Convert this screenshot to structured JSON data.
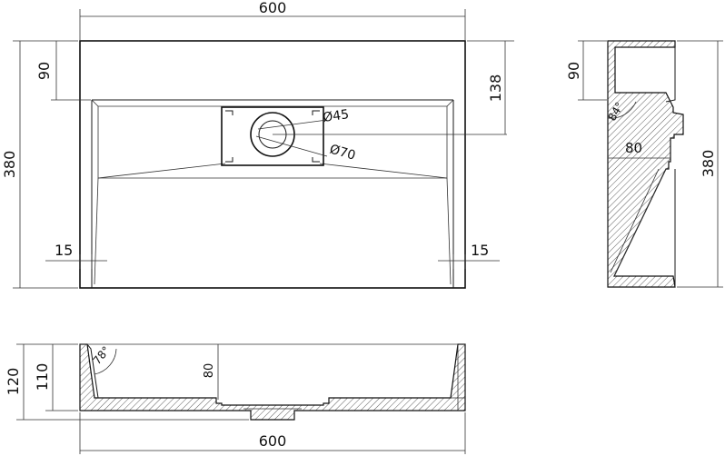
{
  "top_view": {
    "width_dim": "600",
    "height_dim": "380",
    "rim_dim": "90",
    "drain_offset_dim": "138",
    "left_wall_dim": "15",
    "right_wall_dim": "15",
    "drain_inner_dia": "Ø45",
    "drain_outer_dia": "Ø70"
  },
  "side_view": {
    "rim_dim": "90",
    "angle_dim": "84°",
    "depth_dim": "80",
    "height_dim": "380"
  },
  "front_view": {
    "width_dim": "600",
    "total_height_dim": "120",
    "basin_height_dim": "110",
    "inner_depth_dim": "80",
    "angle_dim": "78°"
  }
}
